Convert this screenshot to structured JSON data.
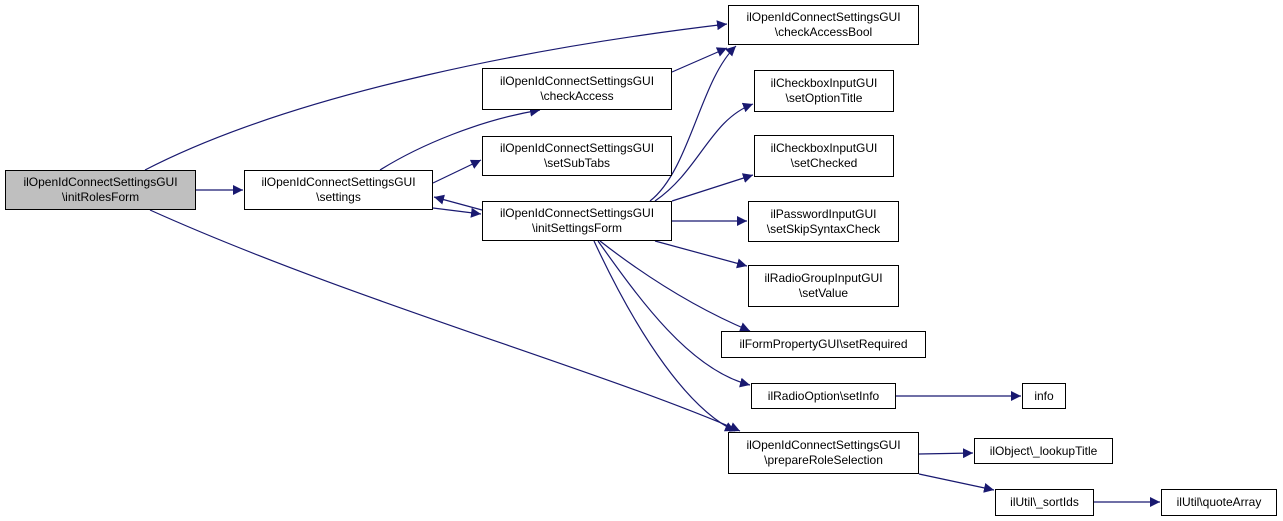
{
  "colors": {
    "edge": "#191970",
    "node_border": "#000000",
    "node_fill": "#ffffff",
    "root_fill": "#bfbfbf"
  },
  "nodes": {
    "initRolesForm": [
      "ilOpenIdConnectSettingsGUI",
      "\\initRolesForm"
    ],
    "settings": [
      "ilOpenIdConnectSettingsGUI",
      "\\settings"
    ],
    "checkAccessBool": [
      "ilOpenIdConnectSettingsGUI",
      "\\checkAccessBool"
    ],
    "checkAccess": [
      "ilOpenIdConnectSettingsGUI",
      "\\checkAccess"
    ],
    "setSubTabs": [
      "ilOpenIdConnectSettingsGUI",
      "\\setSubTabs"
    ],
    "initSettingsForm": [
      "ilOpenIdConnectSettingsGUI",
      "\\initSettingsForm"
    ],
    "setOptionTitle": [
      "ilCheckboxInputGUI",
      "\\setOptionTitle"
    ],
    "setChecked": [
      "ilCheckboxInputGUI",
      "\\setChecked"
    ],
    "setSkipSyntaxCheck": [
      "ilPasswordInputGUI",
      "\\setSkipSyntaxCheck"
    ],
    "setValue": [
      "ilRadioGroupInputGUI",
      "\\setValue"
    ],
    "setRequired": [
      "ilFormPropertyGUI\\setRequired"
    ],
    "setInfo": [
      "ilRadioOption\\setInfo"
    ],
    "info": [
      "info"
    ],
    "prepareRoleSelection": [
      "ilOpenIdConnectSettingsGUI",
      "\\prepareRoleSelection"
    ],
    "lookupTitle": [
      "ilObject\\_lookupTitle"
    ],
    "sortIds": [
      "ilUtil\\_sortIds"
    ],
    "quoteArray": [
      "ilUtil\\quoteArray"
    ]
  },
  "edges": [
    [
      "initRolesForm",
      "settings"
    ],
    [
      "initRolesForm",
      "checkAccessBool"
    ],
    [
      "initRolesForm",
      "prepareRoleSelection"
    ],
    [
      "settings",
      "checkAccess"
    ],
    [
      "settings",
      "setSubTabs"
    ],
    [
      "settings",
      "initSettingsForm"
    ],
    [
      "checkAccess",
      "checkAccessBool"
    ],
    [
      "initSettingsForm",
      "settings"
    ],
    [
      "initSettingsForm",
      "checkAccessBool"
    ],
    [
      "initSettingsForm",
      "setOptionTitle"
    ],
    [
      "initSettingsForm",
      "setChecked"
    ],
    [
      "initSettingsForm",
      "setSkipSyntaxCheck"
    ],
    [
      "initSettingsForm",
      "setValue"
    ],
    [
      "initSettingsForm",
      "setRequired"
    ],
    [
      "initSettingsForm",
      "setInfo"
    ],
    [
      "initSettingsForm",
      "prepareRoleSelection"
    ],
    [
      "setInfo",
      "info"
    ],
    [
      "prepareRoleSelection",
      "lookupTitle"
    ],
    [
      "prepareRoleSelection",
      "sortIds"
    ],
    [
      "sortIds",
      "quoteArray"
    ]
  ]
}
